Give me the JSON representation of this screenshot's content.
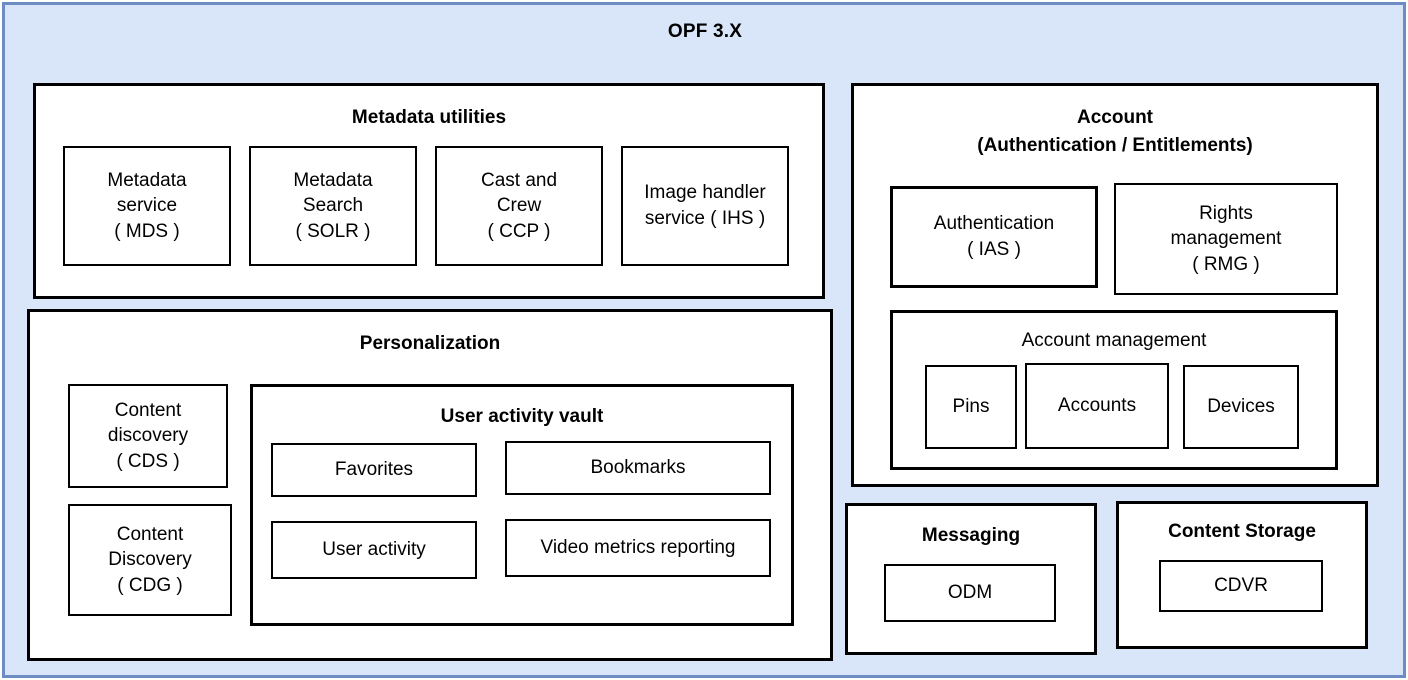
{
  "diagram": {
    "title": "OPF 3.X",
    "colors": {
      "panel_fill": "#d9e5f8",
      "panel_border": "#6e8cc4",
      "box_fill": "#ffffff",
      "box_border": "#000000"
    }
  },
  "metadata_utilities": {
    "title": "Metadata utilities",
    "items": [
      {
        "label": "Metadata\nservice\n( MDS )"
      },
      {
        "label": "Metadata\nSearch\n( SOLR )"
      },
      {
        "label": "Cast and\nCrew\n( CCP )"
      },
      {
        "label": "Image handler\nservice ( IHS )"
      }
    ]
  },
  "personalization": {
    "title": "Personalization",
    "side_items": [
      {
        "label": "Content\ndiscovery\n( CDS )"
      },
      {
        "label": "Content\nDiscovery\n( CDG )"
      }
    ],
    "user_activity_vault": {
      "title": "User activity vault",
      "items": [
        {
          "label": "Favorites"
        },
        {
          "label": "Bookmarks"
        },
        {
          "label": "User activity"
        },
        {
          "label": "Video metrics reporting"
        }
      ]
    }
  },
  "account": {
    "title_line1": "Account",
    "title_line2": "(Authentication / Entitlements)",
    "items": [
      {
        "label": "Authentication\n( IAS )"
      },
      {
        "label": "Rights\nmanagement\n( RMG )"
      }
    ],
    "account_management": {
      "title": "Account management",
      "items": [
        {
          "label": "Pins"
        },
        {
          "label": "Accounts"
        },
        {
          "label": "Devices"
        }
      ]
    }
  },
  "messaging": {
    "title": "Messaging",
    "items": [
      {
        "label": "ODM"
      }
    ]
  },
  "content_storage": {
    "title": "Content Storage",
    "items": [
      {
        "label": "CDVR"
      }
    ]
  }
}
